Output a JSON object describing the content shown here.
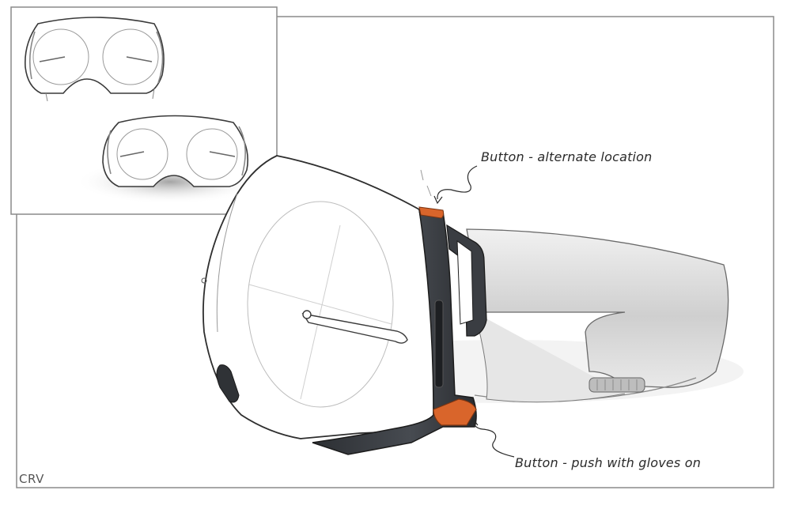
{
  "annotations": {
    "button_alternate": "Button - alternate location",
    "button_gloves": "Button - push with gloves on"
  },
  "signature": "CRV",
  "colors": {
    "button_accent": "#d9652b",
    "frame_dark": "#3c3f44",
    "strap_grey": "#d6d6d6",
    "line": "#4a4a4a"
  }
}
